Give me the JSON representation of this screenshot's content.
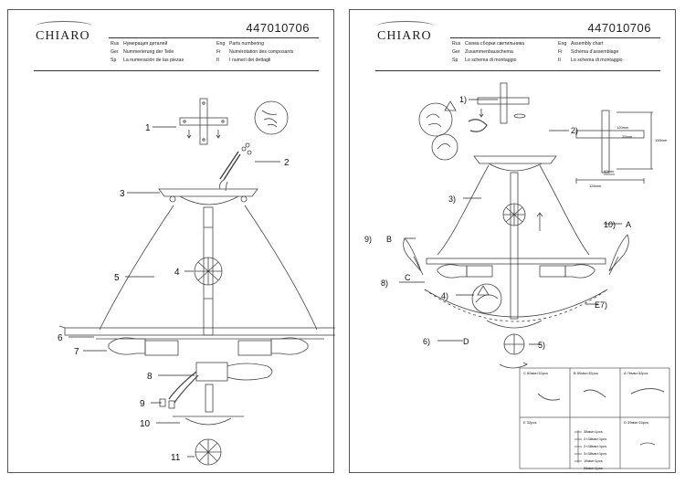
{
  "left": {
    "logo": "CHIARO",
    "code": "447010706",
    "header": [
      {
        "lang": "Rus",
        "text": "Нумерация деталей"
      },
      {
        "lang": "Eng",
        "text": "Parts numbering"
      },
      {
        "lang": "Ger",
        "text": "Nummerierung der Teile"
      },
      {
        "lang": "Fr",
        "text": "Numérotation des composants"
      },
      {
        "lang": "Sp",
        "text": "La numeración de las piezas"
      },
      {
        "lang": "It",
        "text": "I numeri dei dettagli"
      }
    ],
    "parts": [
      "1",
      "2",
      "3",
      "4",
      "5",
      "6",
      "7",
      "8",
      "9",
      "10",
      "11"
    ]
  },
  "right": {
    "logo": "CHIARO",
    "code": "447010706",
    "header": [
      {
        "lang": "Rus",
        "text": "Схема сборки светильника"
      },
      {
        "lang": "Eng",
        "text": "Assembly chart"
      },
      {
        "lang": "Ger",
        "text": "Zusammenbauschema"
      },
      {
        "lang": "Fr",
        "text": "Schéma d'assemblage"
      },
      {
        "lang": "Sp",
        "text": "Lo schema di montaggio"
      },
      {
        "lang": "It",
        "text": "Lo schema di montaggio"
      }
    ],
    "steps": [
      "1)",
      "2)",
      "3)",
      "4)",
      "5)",
      "6)",
      "7)",
      "8)",
      "9)",
      "10)"
    ],
    "letters": [
      "A",
      "B",
      "C",
      "D",
      "E"
    ],
    "dims": [
      "126mm",
      "60mm",
      "20mm",
      "120mm",
      "150mm"
    ],
    "parts_table": [
      {
        "id": "C",
        "text": "C 60мм×32pcs"
      },
      {
        "id": "B",
        "text": "B 50мм×32pcs"
      },
      {
        "id": "A",
        "text": "A 76мм×32pcs"
      },
      {
        "id": "E",
        "text": "E 32pcs"
      },
      {
        "id": "D",
        "text": "D 39мм×16pcs"
      }
    ],
    "e_list": [
      "38мм×1pcs",
      "2×38мм×1pcs",
      "2×38мм×1pcs",
      "3×38мм×1pcs",
      "16мм×1pcs",
      "28мм×1pcs"
    ]
  }
}
